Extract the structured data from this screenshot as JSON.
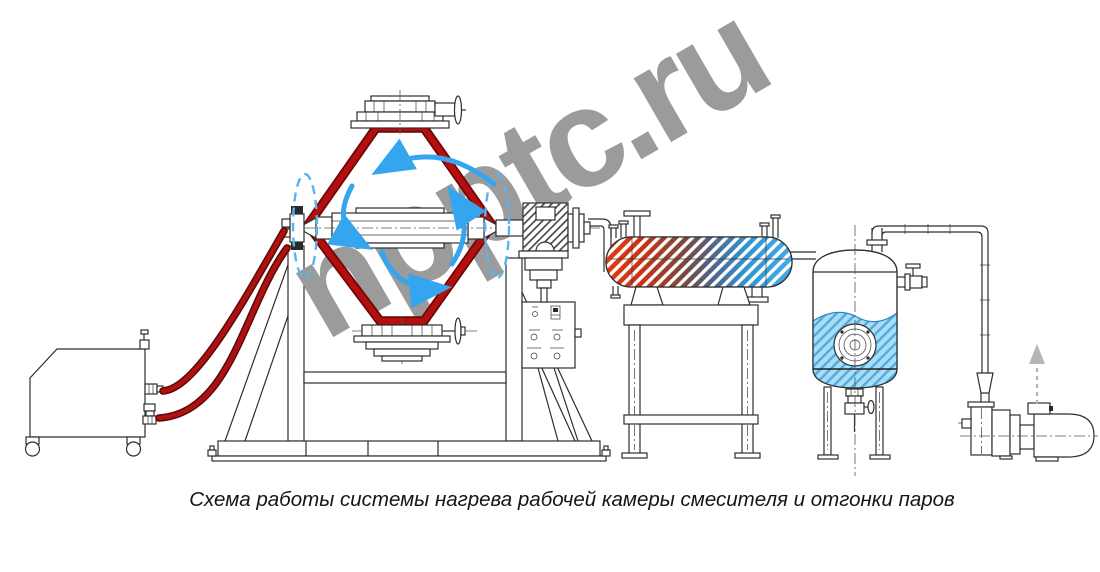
{
  "watermark": {
    "text": "npptc.ru",
    "color": "#9b9b9b"
  },
  "caption": {
    "text": "Схема работы системы нагрева рабочей камеры смесителя и отгонки паров"
  },
  "palette": {
    "mixer_red": "#b30f0f",
    "hose_red": "#ad1212",
    "rotation_arrow_blue": "#35a5ef",
    "liquid_blue_fill": "#aadcf5",
    "liquid_blue_stripe": "#4facdf",
    "exchanger_hot": "#e63a10",
    "exchanger_cold": "#3fade9",
    "line_color": "#2e2e2e",
    "exhaust_gray": "#b5b5b5"
  },
  "components": {
    "heater_unit": "mobile-heating-unit",
    "heating_hoses": "red-heating-hoses",
    "v_mixer": "v-shaped-mixer-drum",
    "loading_hatch": "top-loading-hatch",
    "discharge_valve": "bottom-discharge-valve",
    "mixer_shaft": "horizontal-trunnion-shaft",
    "rotation_arrows": "blue-rotation-arrows",
    "mixer_frame": "mixer-support-frame",
    "control_panel": "control-panel",
    "drive_bearing": "drive-bearing-unit",
    "vapor_pipe": "vapor-outlet-pipe",
    "heat_exchanger": "condenser-heat-exchanger",
    "exchanger_stand": "exchanger-stand",
    "condensate_tank": "condensate-receiver-tank",
    "vacuum_line": "overhead-vacuum-line",
    "vacuum_pump": "vacuum-pump",
    "exhaust_arrow": "exhaust-direction-arrow"
  }
}
